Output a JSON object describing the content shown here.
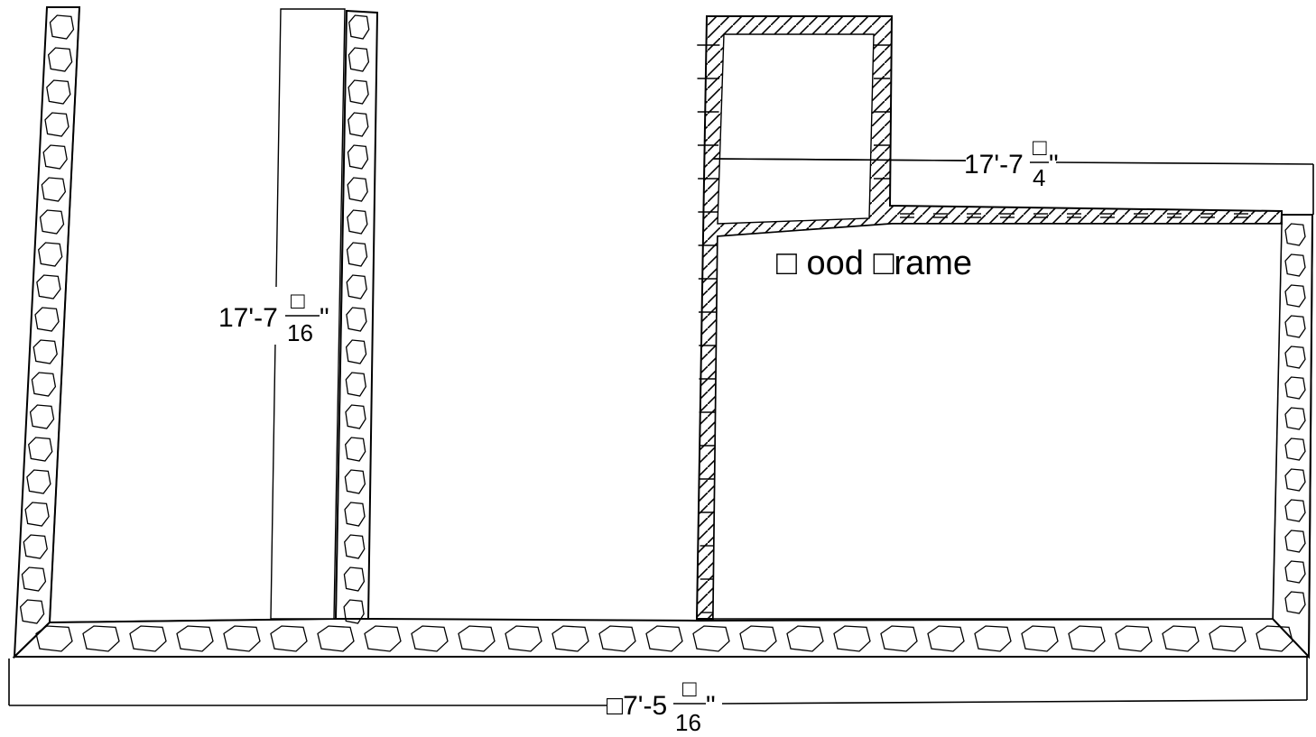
{
  "drawing": {
    "label_wood_frame": "□ ood □rame",
    "dim_top_right": {
      "whole": "17'-7",
      "num": "□",
      "den": "4",
      "inch": "\""
    },
    "dim_left_vertical": {
      "whole": "17'-7",
      "num": "□",
      "den": "16",
      "inch": "\""
    },
    "dim_bottom_overall": {
      "whole": "□7'-5",
      "num": "□",
      "den": "16",
      "inch": "\""
    },
    "colors": {
      "stroke": "#000000",
      "background": "#ffffff"
    }
  }
}
